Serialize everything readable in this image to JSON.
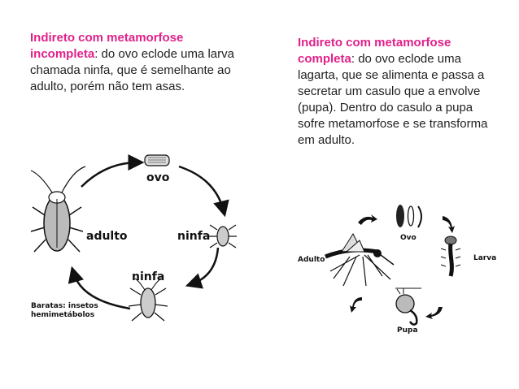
{
  "left": {
    "title_line1": "Indireto com metamorfose",
    "title_line2": "incompleta",
    "body_rest": ": do ovo eclode uma larva chamada ninfa, que é semelhante ao adulto, porém não tem asas.",
    "labels": {
      "ovo": "ovo",
      "adulto": "adulto",
      "ninfa_right": "ninfa",
      "ninfa_bottom": "ninfa"
    },
    "caption_line1": "Baratas: insetos",
    "caption_line2": "hemimetábolos"
  },
  "right": {
    "title_line1": "Indireto com metamorfose",
    "title_line2": "completa",
    "body_rest": ": do ovo eclode uma lagarta, que se alimenta e passa a secretar um casulo que a envolve (pupa). Dentro do casulo a pupa sofre metamorfose e se transforma em adulto.",
    "labels": {
      "ovo": "Ovo",
      "larva": "Larva",
      "pupa": "Pupa",
      "adulto": "Adulto"
    }
  },
  "colors": {
    "accent": "#e0218a",
    "text": "#222222"
  }
}
